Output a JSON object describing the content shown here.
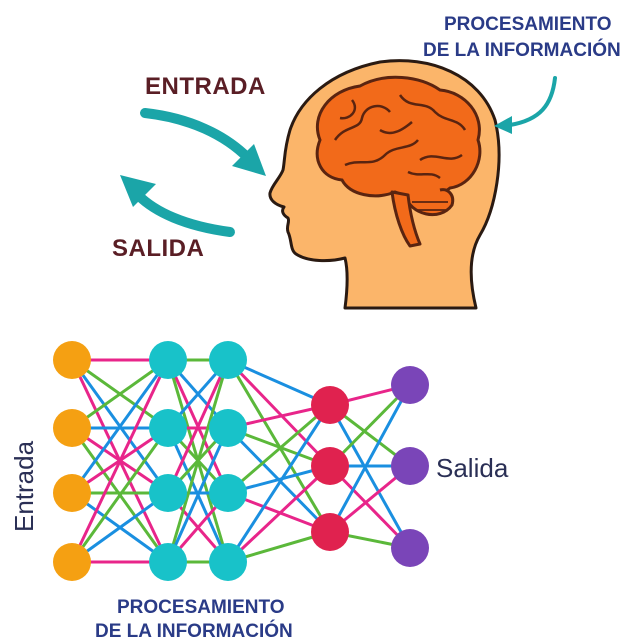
{
  "brain_panel": {
    "input_label": "ENTRADA",
    "output_label": "SALIDA",
    "processing_label_line1": "PROCESAMIENTO",
    "processing_label_line2": "DE LA INFORMACIÓN"
  },
  "network_panel": {
    "input_label": "Entrada",
    "output_label": "Salida",
    "processing_label_line1": "PROCESAMIENTO",
    "processing_label_line2": "DE LA INFORMACIÓN",
    "layers": [
      {
        "nodes": 4,
        "color": "#f5a012"
      },
      {
        "nodes": 4,
        "color": "#18c2c9"
      },
      {
        "nodes": 4,
        "color": "#18c2c9"
      },
      {
        "nodes": 3,
        "color": "#e0224f"
      },
      {
        "nodes": 3,
        "color": "#7a45b8"
      }
    ],
    "edge_colors": [
      "#e8258a",
      "#5bb83a",
      "#1a8fe0"
    ]
  },
  "colors": {
    "head_fill": "#fbb56a",
    "head_stroke": "#2a1a12",
    "brain_fill": "#f26a1a",
    "brain_stroke": "#5a2410",
    "arrow_teal": "#1ba5a8"
  }
}
